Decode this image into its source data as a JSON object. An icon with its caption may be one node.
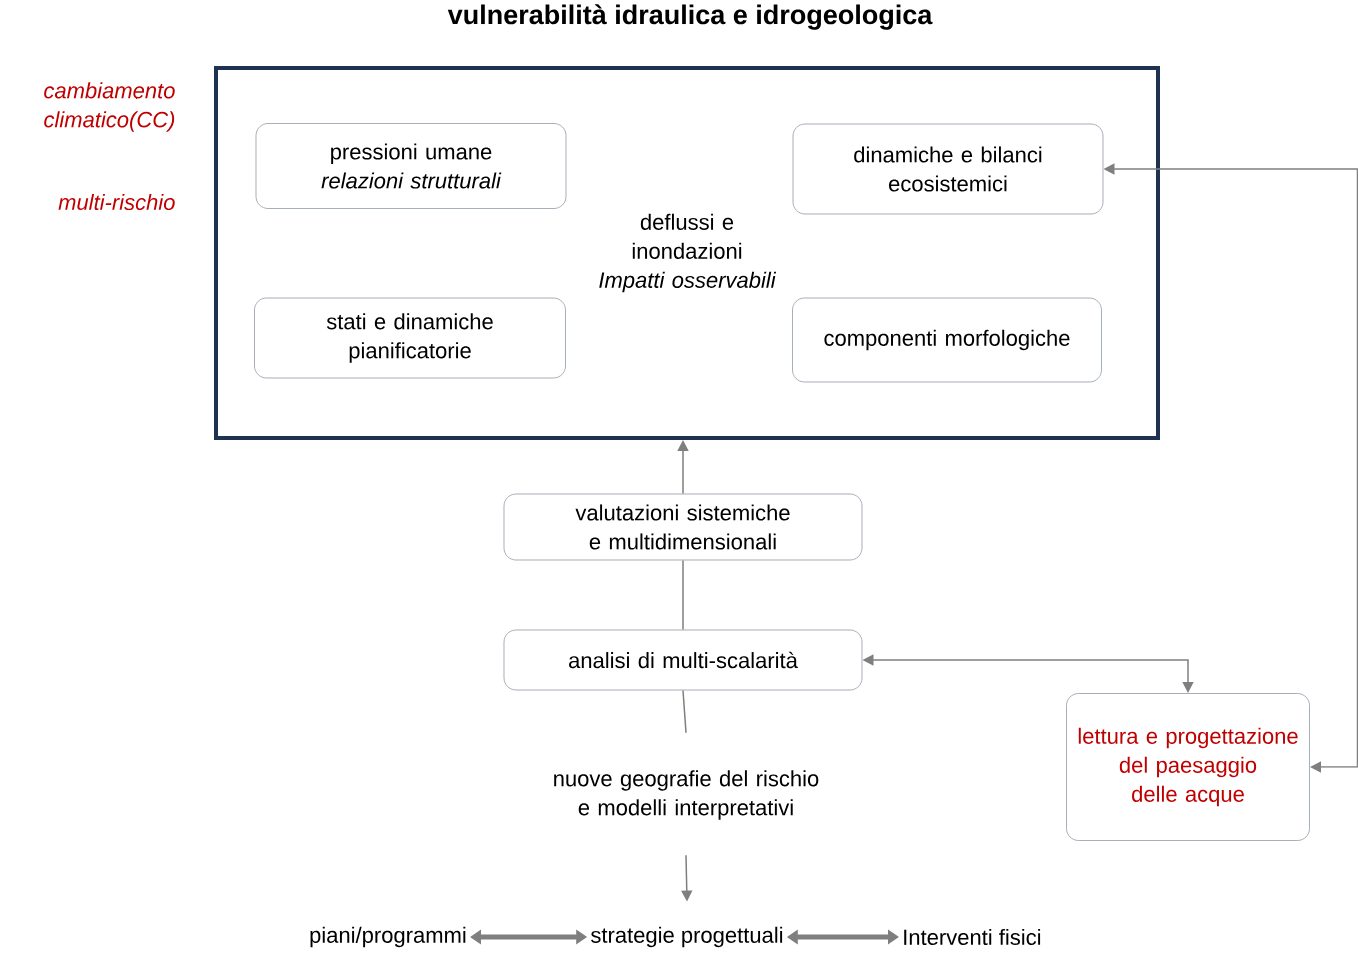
{
  "diagram": {
    "title": "vulnerabilità idraulica e idrogeologica",
    "nodes": [
      {
        "text": [
          "deflussi e inondazioni",
          "Impatti osservabili"
        ]
      },
      {
        "text": [
          "pressioni umane",
          "relazioni strutturali"
        ],
        "in": 0
      },
      {
        "text": [
          "dinamiche e bilanci ecosistemici"
        ],
        "in": 0
      },
      {
        "text": [
          "stati e dinamiche pianificatorie"
        ],
        "in": 0
      },
      {
        "text": [
          "componenti morfologiche"
        ],
        "in": 0
      },
      {
        "text": [
          "valutazioni sistemiche e multidimensionali"
        ]
      },
      {
        "text": [
          "analisi di multi-scalarità"
        ]
      },
      {
        "text": [
          "nuove geografie del rischio e modelli interpretativi"
        ]
      },
      {
        "text": [
          "lettura e progettazione del paesaggio delle acque"
        ]
      },
      {
        "text": [
          "piani/programmi"
        ]
      },
      {
        "text": [
          "strategie progettuali"
        ]
      },
      {
        "text": [
          "Interventi fisici"
        ]
      }
    ],
    "edges": [
      {
        "from": 5,
        "to": 0,
        "arrow": "to"
      },
      {
        "from": 6,
        "to": 5,
        "arrow": "none"
      },
      {
        "from": 6,
        "to": 8,
        "arrow": "both"
      },
      {
        "from": 2,
        "to": 8,
        "arrow": "both"
      },
      {
        "from": 6,
        "to": 7,
        "arrow": "none"
      },
      {
        "from": 7,
        "to": 10,
        "arrow": "to"
      },
      {
        "from": 9,
        "to": 10,
        "arrow": "both",
        "style": "thick"
      },
      {
        "from": 10,
        "to": 11,
        "arrow": "both",
        "style": "thick"
      }
    ],
    "labels": [
      "cambiamento climatico(CC)",
      "multi-rischio"
    ]
  }
}
